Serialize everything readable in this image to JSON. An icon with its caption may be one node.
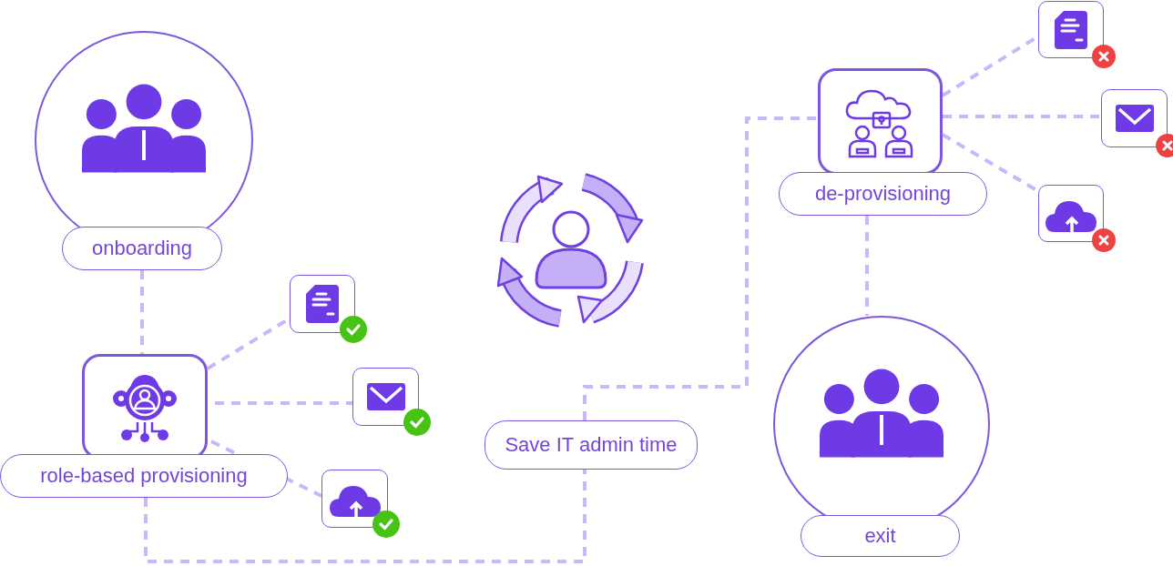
{
  "diagram": {
    "nodes": [
      {
        "text": [
          "onboarding"
        ]
      },
      {
        "text": [
          "role-based provisioning"
        ]
      },
      {
        "text": [],
        "shape": "picture"
      },
      {
        "text": [],
        "shape": "picture"
      },
      {
        "text": [],
        "shape": "picture"
      },
      {
        "text": [
          "Save IT admin time"
        ]
      },
      {
        "text": [
          "de-provisioning"
        ]
      },
      {
        "text": [],
        "shape": "picture"
      },
      {
        "text": [],
        "shape": "picture"
      },
      {
        "text": [],
        "shape": "picture"
      },
      {
        "text": [
          "exit"
        ]
      }
    ],
    "edges": [
      {
        "from": 0,
        "to": 1,
        "arrow": "none",
        "style": "dashed"
      },
      {
        "from": 1,
        "to": 2,
        "arrow": "none",
        "style": "dashed"
      },
      {
        "from": 1,
        "to": 3,
        "arrow": "none",
        "style": "dashed"
      },
      {
        "from": 1,
        "to": 4,
        "arrow": "none",
        "style": "dashed"
      },
      {
        "from": 1,
        "to": 5,
        "arrow": "none",
        "style": "dashed"
      },
      {
        "from": 5,
        "to": 6,
        "arrow": "none",
        "style": "dashed"
      },
      {
        "from": 6,
        "to": 7,
        "arrow": "none",
        "style": "dashed"
      },
      {
        "from": 6,
        "to": 8,
        "arrow": "none",
        "style": "dashed"
      },
      {
        "from": 6,
        "to": 9,
        "arrow": "none",
        "style": "dashed"
      },
      {
        "from": 6,
        "to": 10,
        "arrow": "none",
        "style": "dashed"
      }
    ]
  }
}
